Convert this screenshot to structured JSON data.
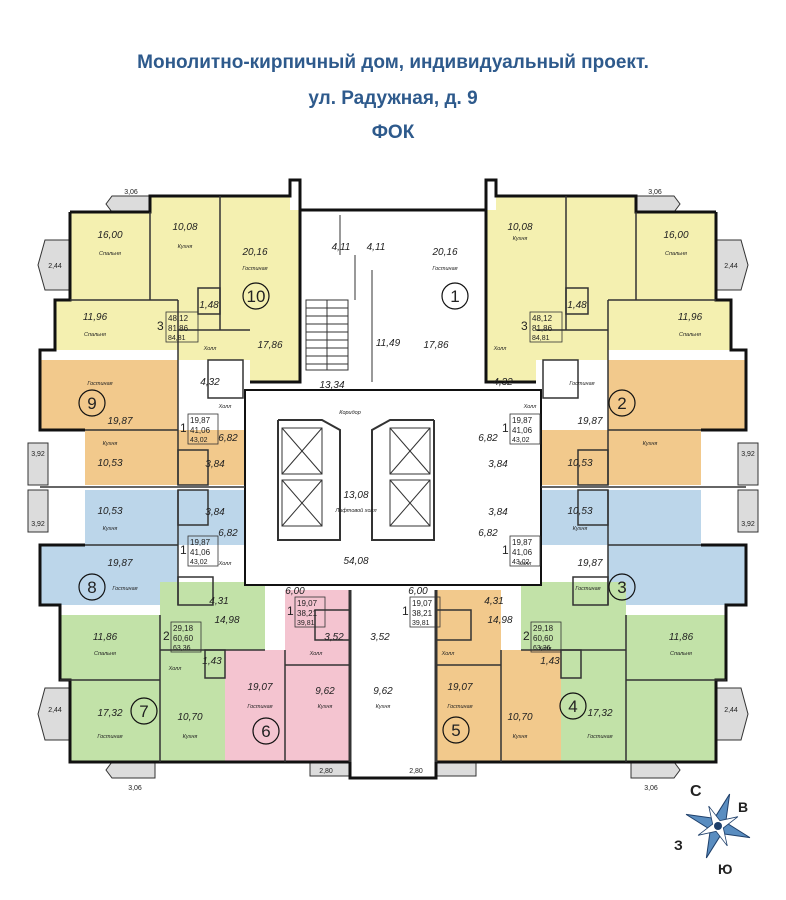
{
  "header": {
    "line1": "Монолитно-кирпичный дом, индивидуальный проект.",
    "line2": "ул. Радужная, д. 9",
    "line3": "ФОК"
  },
  "colors": {
    "title": "#2e5a8c",
    "yellow": "#f4f0b0",
    "orange": "#f2c98c",
    "blue": "#bcd6ea",
    "green": "#c2e2a8",
    "pink": "#f4c4d0",
    "wall": "#111111",
    "common": "#ffffff"
  },
  "apartments": [
    {
      "id": "1",
      "number": "1",
      "rooms": "3",
      "areas": [
        "48,12",
        "81,86",
        "84,81"
      ],
      "color": "yellow"
    },
    {
      "id": "2",
      "number": "2",
      "rooms": "1",
      "areas": [
        "19,87",
        "41,06",
        "43,02"
      ],
      "color": "orange"
    },
    {
      "id": "3",
      "number": "3",
      "rooms": "1",
      "areas": [
        "19,87",
        "41,06",
        "43,02"
      ],
      "color": "blue"
    },
    {
      "id": "4",
      "number": "4",
      "rooms": "2",
      "areas": [
        "29,18",
        "60,60",
        "63,36"
      ],
      "color": "green"
    },
    {
      "id": "5",
      "number": "5",
      "rooms": "1",
      "areas": [
        "19,07",
        "38,21",
        "39,81"
      ],
      "color": "orange"
    },
    {
      "id": "6",
      "number": "6",
      "rooms": "1",
      "areas": [
        "19,07",
        "38,21",
        "39,81"
      ],
      "color": "pink"
    },
    {
      "id": "7",
      "number": "7",
      "rooms": "2",
      "areas": [
        "29,18",
        "60,60",
        "63,36"
      ],
      "color": "green"
    },
    {
      "id": "8",
      "number": "8",
      "rooms": "1",
      "areas": [
        "19,87",
        "41,06",
        "43,02"
      ],
      "color": "blue"
    },
    {
      "id": "9",
      "number": "9",
      "rooms": "1",
      "areas": [
        "19,87",
        "41,06",
        "43,02"
      ],
      "color": "orange"
    },
    {
      "id": "10",
      "number": "10",
      "rooms": "3",
      "areas": [
        "48,12",
        "81,86",
        "84,81"
      ],
      "color": "yellow"
    }
  ],
  "labels": {
    "living": "Гостиная",
    "bedroom": "Спальня",
    "kitchen": "Кухня",
    "hall": "Холл",
    "corridor": "Коридор",
    "elevator_hall": "Лифтовой холл"
  },
  "areas": {
    "a10_bed": "16,00",
    "a10_kit": "10,08",
    "a10_liv": "20,16",
    "a10_bed2": "11,96",
    "a10_bath": "1,48",
    "a10_hall": "17,86",
    "a10_bal": "3,06",
    "a10_bal2": "2,44",
    "a1_bed": "16,00",
    "a1_kit": "10,08",
    "a1_liv": "20,16",
    "a1_bed2": "11,96",
    "a1_bath": "1,48",
    "a1_hall": "17,86",
    "a1_bal": "3,06",
    "a1_bal2": "2,44",
    "stair_l": "4,11",
    "stair_r": "4,11",
    "lobby_r": "11,49",
    "lobby_c": "13,34",
    "a9_liv": "19,87",
    "a9_kit": "10,53",
    "a9_bath": "4,32",
    "a9_hall": "6,82",
    "a9_wc": "3,84",
    "a9_bal": "3,92",
    "a2_liv": "19,87",
    "a2_kit": "10,53",
    "a2_bath": "4,32",
    "a2_hall": "6,82",
    "a2_wc": "3,84",
    "a2_bal": "3,92",
    "a8_kit": "10,53",
    "a8_liv": "19,87",
    "a8_wc": "3,84",
    "a8_hall": "6,82",
    "a8_bath": "4,31",
    "a8_bal": "3,92",
    "a3_kit": "10,53",
    "a3_liv": "19,87",
    "a3_wc": "3,84",
    "a3_hall": "6,82",
    "a3_bath": "4,31",
    "a3_bal": "3,92",
    "elev_hall": "13,08",
    "corr": "54,08",
    "a7_bed": "11,86",
    "a7_hall": "14,98",
    "a7_bath": "1,43",
    "a7_liv": "17,32",
    "a7_kit": "10,70",
    "a7_bal": "2,44",
    "a7_bal2": "3,06",
    "a4_bed": "11,86",
    "a4_hall": "14,98",
    "a4_bath": "1,43",
    "a4_liv": "17,32",
    "a4_kit": "10,70",
    "a4_bal": "2,44",
    "a4_bal2": "3,06",
    "a6_hall": "6,00",
    "a6_bath": "3,52",
    "a6_liv": "19,07",
    "a6_kit": "9,62",
    "a6_bal": "2,80",
    "a5_hall": "6,00",
    "a5_bath": "3,52",
    "a5_liv": "19,07",
    "a5_kit": "9,62",
    "a5_bal": "2,80"
  },
  "compass": {
    "n": "С",
    "s": "Ю",
    "e": "В",
    "w": "З"
  }
}
